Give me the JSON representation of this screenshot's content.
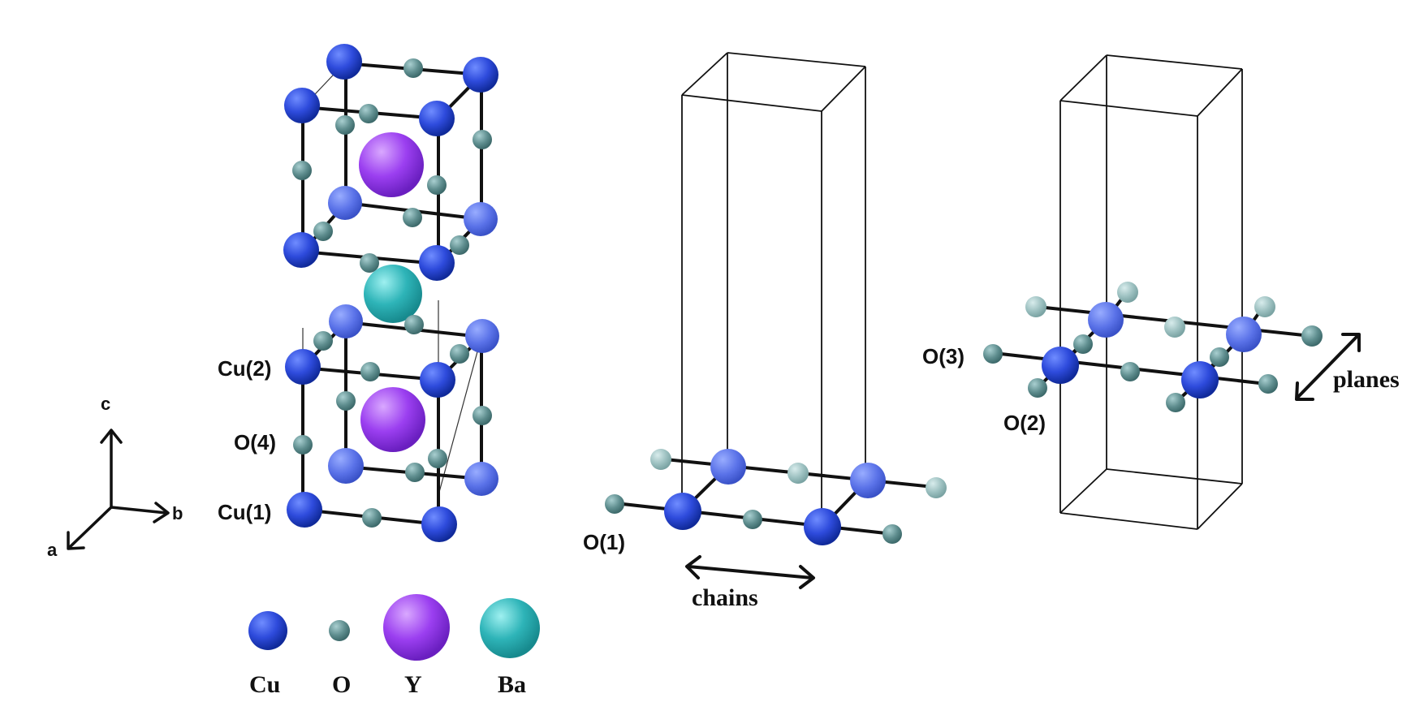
{
  "axes": {
    "c": "c",
    "b": "b",
    "a": "a"
  },
  "site_labels": {
    "cu2": "Cu(2)",
    "o4": "O(4)",
    "cu1": "Cu(1)",
    "o1": "O(1)",
    "o3": "O(3)",
    "o2": "O(2)"
  },
  "legend": [
    {
      "label": "Cu",
      "color": "#2e4bdc"
    },
    {
      "label": "O",
      "color": "#5f8e8f"
    },
    {
      "label": "Y",
      "color": "#9b3ff0"
    },
    {
      "label": "Ba",
      "color": "#2eb4b8"
    }
  ],
  "annotations": {
    "chains": "chains",
    "planes": "planes"
  },
  "colors": {
    "cu": "#2e4bdc",
    "o": "#5f8e8f",
    "y": "#9b3ff0",
    "ba": "#2eb4b8",
    "bond": "#111111"
  }
}
